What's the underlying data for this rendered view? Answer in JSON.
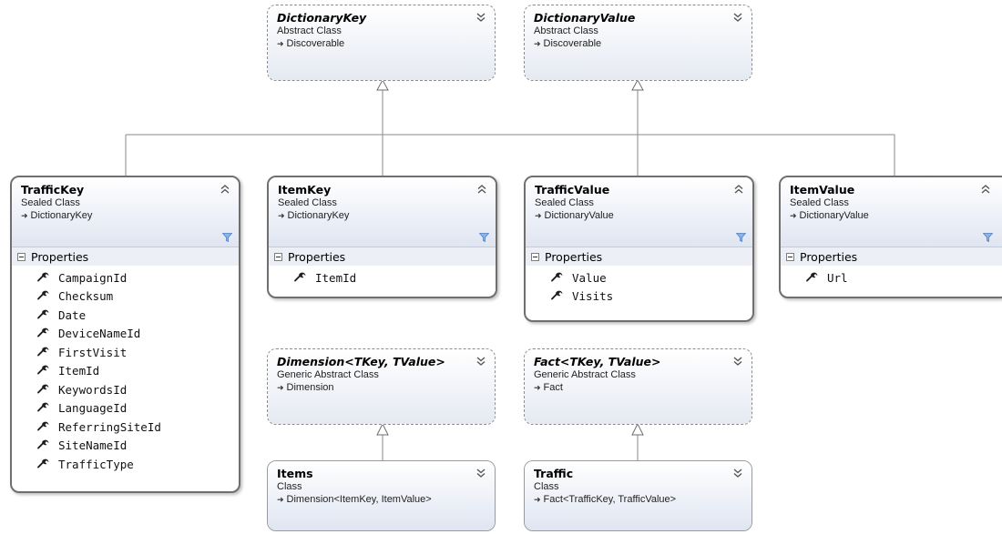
{
  "classes": {
    "dictionary_key": {
      "name": "DictionaryKey",
      "stereotype": "Abstract Class",
      "base": "Discoverable"
    },
    "dictionary_value": {
      "name": "DictionaryValue",
      "stereotype": "Abstract Class",
      "base": "Discoverable"
    },
    "traffic_key": {
      "name": "TrafficKey",
      "stereotype": "Sealed Class",
      "base": "DictionaryKey",
      "section": "Properties",
      "properties": [
        "CampaignId",
        "Checksum",
        "Date",
        "DeviceNameId",
        "FirstVisit",
        "ItemId",
        "KeywordsId",
        "LanguageId",
        "ReferringSiteId",
        "SiteNameId",
        "TrafficType"
      ]
    },
    "item_key": {
      "name": "ItemKey",
      "stereotype": "Sealed Class",
      "base": "DictionaryKey",
      "section": "Properties",
      "properties": [
        "ItemId"
      ]
    },
    "traffic_value": {
      "name": "TrafficValue",
      "stereotype": "Sealed Class",
      "base": "DictionaryValue",
      "section": "Properties",
      "properties": [
        "Value",
        "Visits"
      ]
    },
    "item_value": {
      "name": "ItemValue",
      "stereotype": "Sealed Class",
      "base": "DictionaryValue",
      "section": "Properties",
      "properties": [
        "Url"
      ]
    },
    "dimension": {
      "name": "Dimension<TKey, TValue>",
      "stereotype": "Generic Abstract Class",
      "base": "Dimension"
    },
    "fact": {
      "name": "Fact<TKey, TValue>",
      "stereotype": "Generic Abstract Class",
      "base": "Fact"
    },
    "items": {
      "name": "Items",
      "stereotype": "Class",
      "base": "Dimension<ItemKey, ItemValue>"
    },
    "traffic": {
      "name": "Traffic",
      "stereotype": "Class",
      "base": "Fact<TrafficKey, TrafficValue>"
    }
  },
  "colors": {
    "connector": "#8a8a8a",
    "header_gradient_end": "#dfe5f1",
    "filter_icon": "#5b8fd6"
  }
}
